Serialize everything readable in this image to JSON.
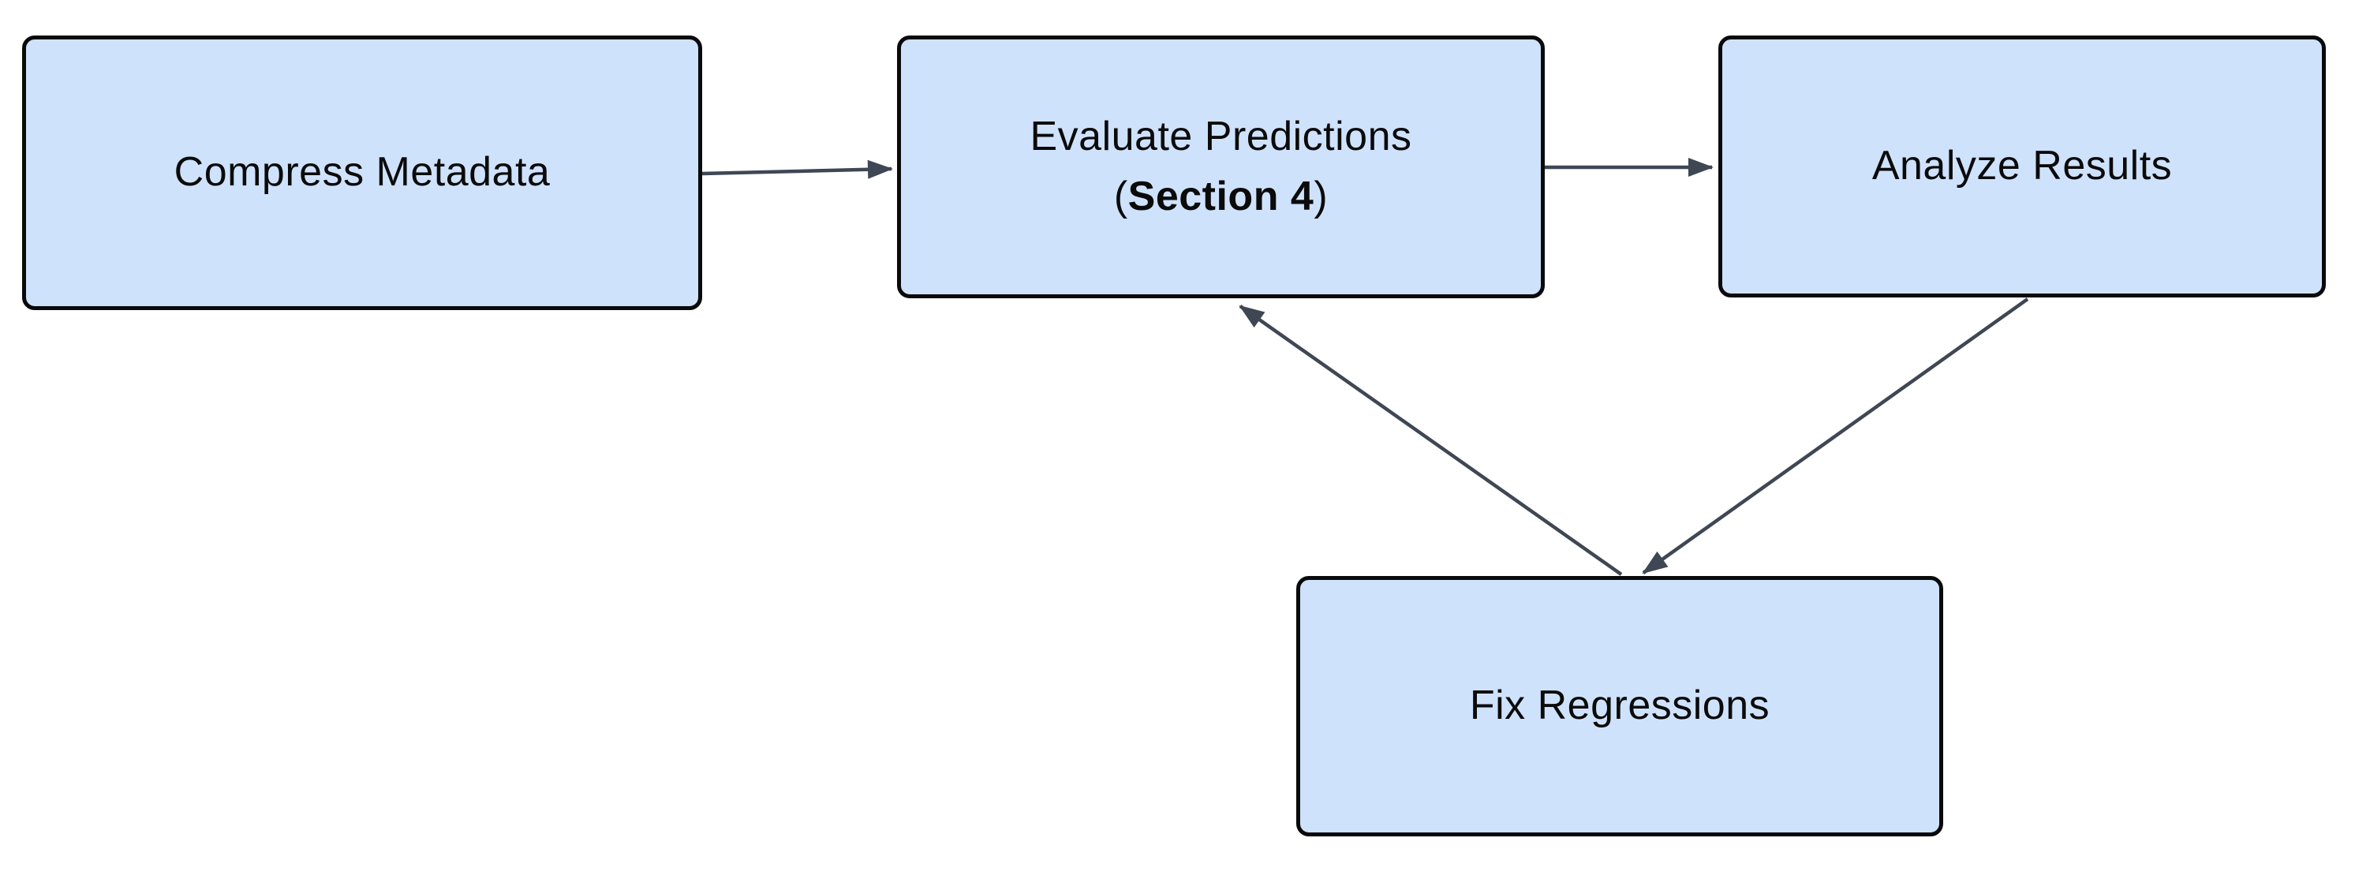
{
  "diagram": {
    "title": "",
    "colors": {
      "background": "#ffffff",
      "node_fill": "#cfe2fc",
      "node_border": "#0a0a0a",
      "arrow_color": "#3f4754",
      "text_color": "#0b0b0b"
    },
    "nodes": [
      {
        "id": "compress-metadata",
        "label": "Compress Metadata"
      },
      {
        "id": "evaluate-predictions",
        "label_line1": "Evaluate Predictions",
        "label_line2_open": "(",
        "label_line2_bold": "Section 4",
        "label_line2_close": ")"
      },
      {
        "id": "analyze-results",
        "label": "Analyze Results"
      },
      {
        "id": "fix-regressions",
        "label": "Fix Regressions"
      }
    ],
    "edges": [
      {
        "from": "compress-metadata",
        "to": "evaluate-predictions"
      },
      {
        "from": "evaluate-predictions",
        "to": "analyze-results"
      },
      {
        "from": "analyze-results",
        "to": "fix-regressions"
      },
      {
        "from": "fix-regressions",
        "to": "evaluate-predictions"
      }
    ]
  }
}
